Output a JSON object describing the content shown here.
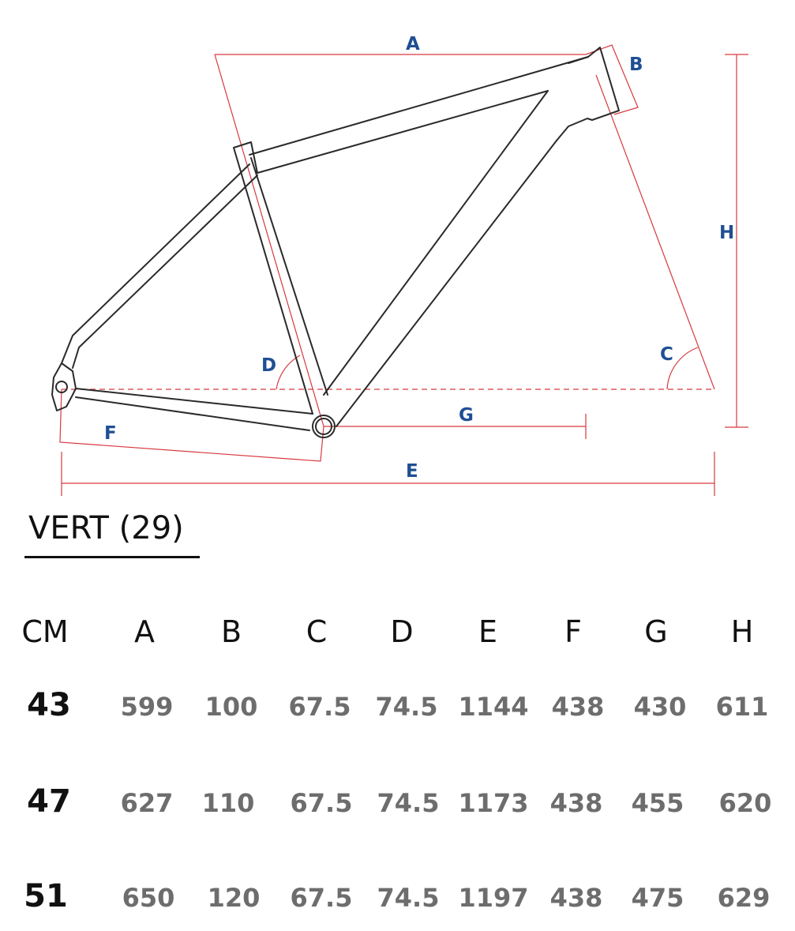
{
  "diagram": {
    "labels": {
      "A": "A",
      "B": "B",
      "C": "C",
      "D": "D",
      "E": "E",
      "F": "F",
      "G": "G",
      "H": "H"
    },
    "colors": {
      "dimension_lines": "#d6393f",
      "labels": "#1f4f93",
      "frame": "#2a2a2a"
    }
  },
  "model": {
    "title": "VERT (29)"
  },
  "table": {
    "headers": [
      "CM",
      "A",
      "B",
      "C",
      "D",
      "E",
      "F",
      "G",
      "H"
    ],
    "rows": [
      {
        "size": "43",
        "values": [
          "599",
          "100",
          "67.5",
          "74.5",
          "1144",
          "438",
          "430",
          "611"
        ]
      },
      {
        "size": "47",
        "values": [
          "627",
          "110",
          "67.5",
          "74.5",
          "1173",
          "438",
          "455",
          "620"
        ]
      },
      {
        "size": "51",
        "values": [
          "650",
          "120",
          "67.5",
          "74.5",
          "1197",
          "438",
          "475",
          "629"
        ]
      }
    ]
  }
}
